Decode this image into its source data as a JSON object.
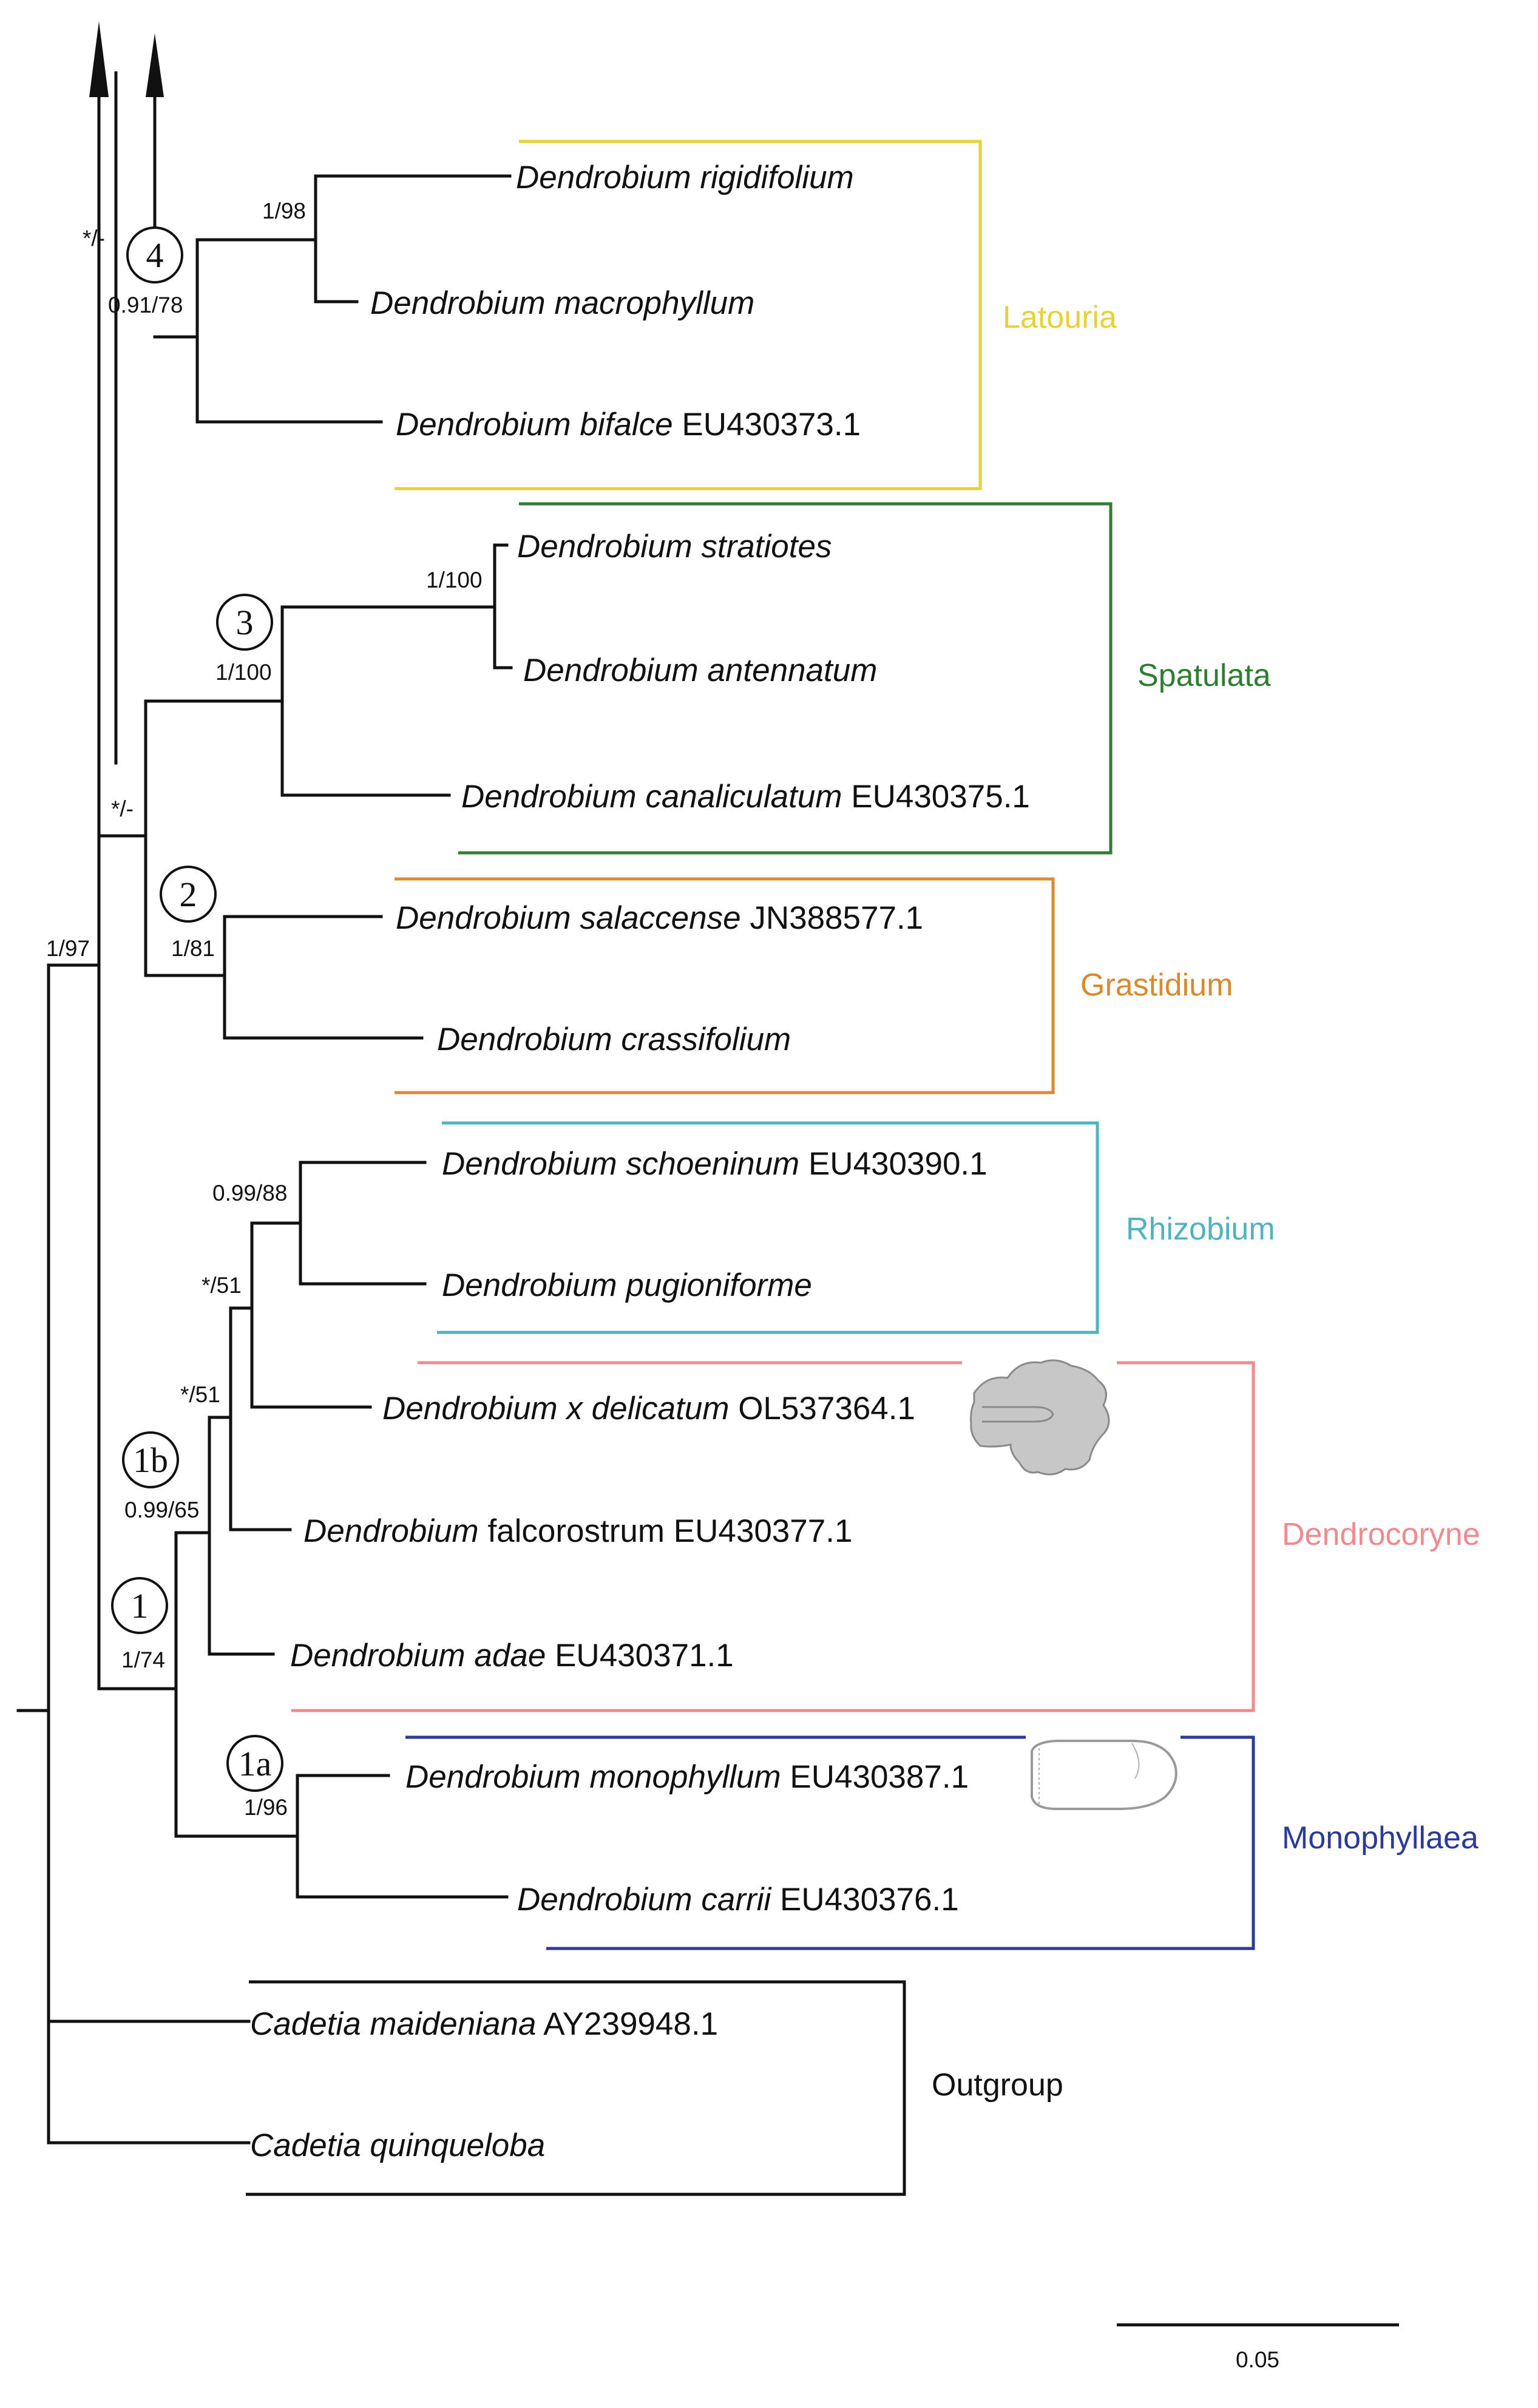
{
  "taxa": [
    {
      "genus_species": "Dendrobium rigidifolium",
      "rest": ""
    },
    {
      "genus_species": "Dendrobium macrophyllum",
      "rest": ""
    },
    {
      "genus_species": "Dendrobium bifalce",
      "rest": " EU430373.1"
    },
    {
      "genus_species": "Dendrobium stratiotes",
      "rest": ""
    },
    {
      "genus_species": "Dendrobium antennatum",
      "rest": ""
    },
    {
      "genus_species": "Dendrobium canaliculatum",
      "rest": " EU430375.1"
    },
    {
      "genus_species": "Dendrobium salaccense",
      "rest": " JN388577.1"
    },
    {
      "genus_species": "Dendrobium crassifolium",
      "rest": ""
    },
    {
      "genus_species": "Dendrobium schoeninum",
      "rest": " EU430390.1"
    },
    {
      "genus_species": "Dendrobium pugioniforme",
      "rest": ""
    },
    {
      "genus_species": "Dendrobium x delicatum",
      "rest": " OL537364.1"
    },
    {
      "genus_species": "Dendrobium",
      "rest": " falcorostrum EU430377.1"
    },
    {
      "genus_species": "Dendrobium adae",
      "rest": " EU430371.1"
    },
    {
      "genus_species": "Dendrobium monophyllum",
      "rest": " EU430387.1"
    },
    {
      "genus_species": "Dendrobium carrii",
      "rest": " EU430376.1"
    },
    {
      "genus_species": "Cadetia maideniana",
      "rest": " AY239948.1"
    },
    {
      "genus_species": "Cadetia quinqueloba",
      "rest": ""
    }
  ],
  "support_values": [
    "1/98",
    "0.91/78",
    "*/-",
    "1/100",
    "1/100",
    "*/-",
    "1/81",
    "1/97",
    "0.99/88",
    "*/51",
    "*/51",
    "0.99/65",
    "1/74",
    "1/96"
  ],
  "node_numbers": [
    "4",
    "3",
    "2",
    "1b",
    "1",
    "1a"
  ],
  "sections": [
    {
      "name": "Latouria",
      "color": "#e6d136"
    },
    {
      "name": "Spatulata",
      "color": "#2e7d32"
    },
    {
      "name": "Grastidium",
      "color": "#d9892e"
    },
    {
      "name": "Rhizobium",
      "color": "#4fb3c0"
    },
    {
      "name": "Dendrocoryne",
      "color": "#ef8a8f"
    },
    {
      "name": "Monophyllaea",
      "color": "#2b3a99"
    }
  ],
  "outgroup_label": "Outgroup",
  "scale_bar": {
    "label": "0.05"
  }
}
